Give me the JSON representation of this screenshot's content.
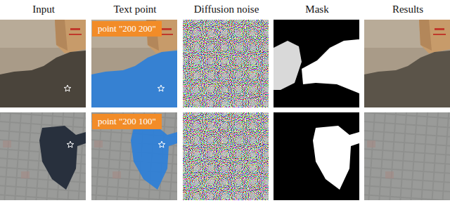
{
  "diagram": {
    "nodes": [
      {
        "text": [
          "point \"200 200\""
        ]
      },
      {
        "text": [
          "point \"200 100\""
        ]
      }
    ],
    "labels": [
      "Input",
      "Text point",
      "Diffusion noise",
      "Mask",
      "Results"
    ]
  }
}
